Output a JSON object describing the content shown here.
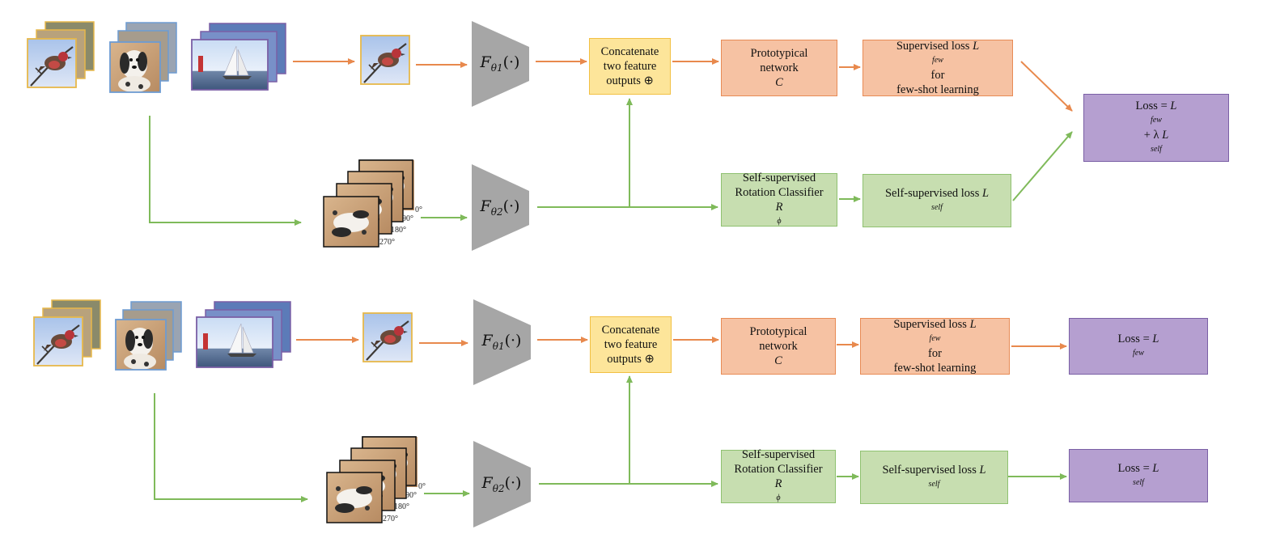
{
  "top": {
    "concat": [
      "Concatenate",
      "two feature",
      "outputs ⊕"
    ],
    "proto": [
      "Prototypical",
      "network",
      "C"
    ],
    "sup_loss_prefix": "Supervised loss ",
    "sup_loss_sym": "L",
    "sup_loss_sub": "few",
    "sup_loss_suffix": " for",
    "sup_loss_line2": "few-shot learning",
    "rot": [
      "Self-supervised",
      "Rotation Classifier",
      "R"
    ],
    "rot_sub": "ϕ",
    "self_loss_prefix": "Self-supervised loss ",
    "self_loss_sym": "L",
    "self_loss_sub": "self",
    "total_loss_prefix": "Loss = ",
    "total_loss_mid": " + λ ",
    "encoder1": "F",
    "encoder1_sub": "θ1",
    "encoder1_arg": "(·)",
    "encoder2": "F",
    "encoder2_sub": "θ2",
    "encoder2_arg": "(·)",
    "angles": [
      "0°",
      "90°",
      "180°",
      "270°"
    ]
  },
  "bottom": {
    "concat": [
      "Concatenate",
      "two feature",
      "outputs ⊕"
    ],
    "proto": [
      "Prototypical",
      "network",
      "C"
    ],
    "sup_loss_prefix": "Supervised loss ",
    "sup_loss_sym": "L",
    "sup_loss_sub": "few",
    "sup_loss_suffix": " for",
    "sup_loss_line2": "few-shot learning",
    "rot": [
      "Self-supervised",
      "Rotation Classifier",
      "R"
    ],
    "rot_sub": "ϕ",
    "self_loss_prefix": "Self-supervised loss ",
    "self_loss_sym": "L",
    "self_loss_sub": "self",
    "few_loss_prefix": "Loss = ",
    "self_only_loss_prefix": "Loss = ",
    "encoder1": "F",
    "encoder1_sub": "θ1",
    "encoder1_arg": "(·)",
    "encoder2": "F",
    "encoder2_sub": "θ2",
    "encoder2_arg": "(·)",
    "angles": [
      "0°",
      "90°",
      "180°",
      "270°"
    ]
  },
  "colors": {
    "orange_arrow": "#e8894d",
    "green_arrow": "#7fba5a",
    "encoder_gray": "#a6a6a6"
  }
}
